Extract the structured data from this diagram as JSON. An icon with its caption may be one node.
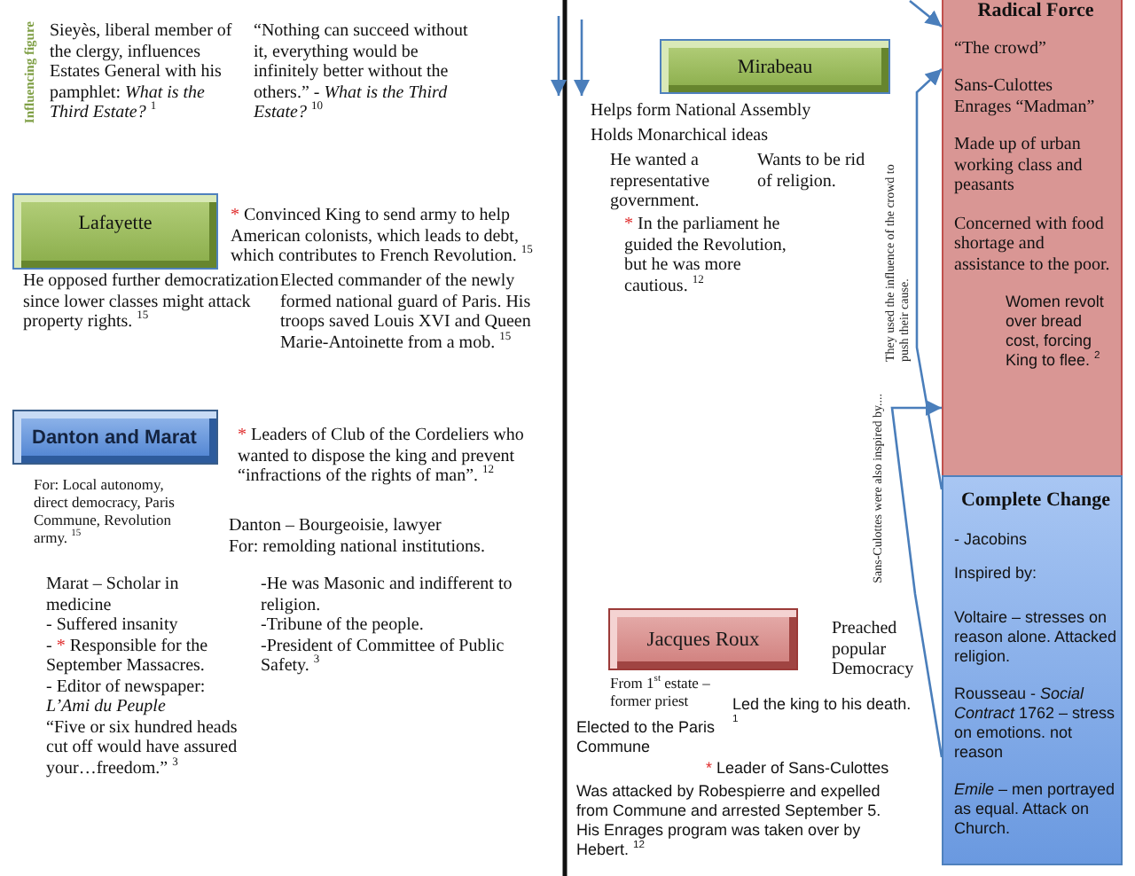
{
  "diagram": {
    "nodes": [
      {
        "text": [
          "Lafayette"
        ],
        "beside": [
          "* Convinced King to send army to help American colonists, which leads to debt, which contributes to French Revolution. $^{15}$",
          "He opposed further democratization since lower classes might attack property rights. $^{15}$",
          "Elected commander of the newly formed national guard of Paris. His troops saved Louis XVI and Queen Marie-Antoinette from a mob. $^{15}$"
        ]
      },
      {
        "text": [
          "Danton and Marat"
        ],
        "beside": [
          "* Leaders of Club of the Cordeliers who wanted to dispose the king and prevent “infractions of the rights of man”. $^{12}$",
          "For: Local autonomy, direct democracy, Paris Commune, Revolution army. $^{15}$",
          "Danton – Bourgeoisie, lawyer",
          "For: remolding national institutions.",
          "-He was Masonic and indifferent to religion.",
          "-Tribune of the people.",
          "-President of Committee of Public Safety. $^{3}$",
          "Marat – Scholar in medicine",
          "- Suffered insanity",
          "- * Responsible for the September Massacres.",
          "- Editor of newspaper: *L’Ami du Peuple*",
          "“Five or six hundred heads cut off would have assured your…freedom.” $^{3}$"
        ]
      },
      {
        "text": [
          "Mirabeau"
        ],
        "beside": [
          "Helps form National Assembly",
          "Holds Monarchical ideas",
          "He wanted a representative government.",
          "Wants to be rid of religion.",
          "* In the parliament he guided the Revolution, but he was more cautious. $^{12}$"
        ]
      },
      {
        "text": [
          "Jacques Roux"
        ],
        "beside": [
          "Preached popular Democracy",
          "From 1$^{st}$ estate – former priest",
          "Led the king to his death. $^{1}$",
          "Elected to the Paris Commune",
          "* Leader of Sans-Culottes",
          "Was attacked by Robespierre and expelled from Commune and arrested September 5. His Enrages program was taken over by Hebert. $^{12}$"
        ]
      },
      {
        "text": [
          "Radical Force",
          "“The crowd”",
          "Sans-Culottes",
          "Enrages “Madman”",
          "Made up of urban working class and peasants",
          "Concerned with food shortage and assistance to the poor.",
          "Women revolt over bread cost, forcing King to flee. $^{2}$"
        ]
      },
      {
        "text": [
          "Complete Change",
          "- Jacobins",
          "Inspired by:",
          "Voltaire – stresses on reason alone. Attacked religion.",
          "Rousseau - *Social Contract* 1762 – stress on emotions. not reason",
          "*Emile* – men portrayed as equal. Attack on Church."
        ]
      }
    ],
    "edges": [
      {
        "from": null,
        "to": 4,
        "arrow": "to"
      },
      {
        "from": 5,
        "to": 4,
        "arrow": "to",
        "label": "They used the influence of the crowd to push their cause."
      },
      {
        "from": 5,
        "to": 4,
        "arrow": "to",
        "label": "Sans-Culottes were also inspired by...."
      }
    ],
    "labels": [
      "Influencing figure",
      "Sieyès, liberal member of the clergy, influences Estates General with his pamphlet: *What is the Third Estate?* $^{1}$",
      "“Nothing can succeed without it, everything would be infinitely better without the others.” - *What is the Third Estate?* $^{10}$"
    ]
  }
}
